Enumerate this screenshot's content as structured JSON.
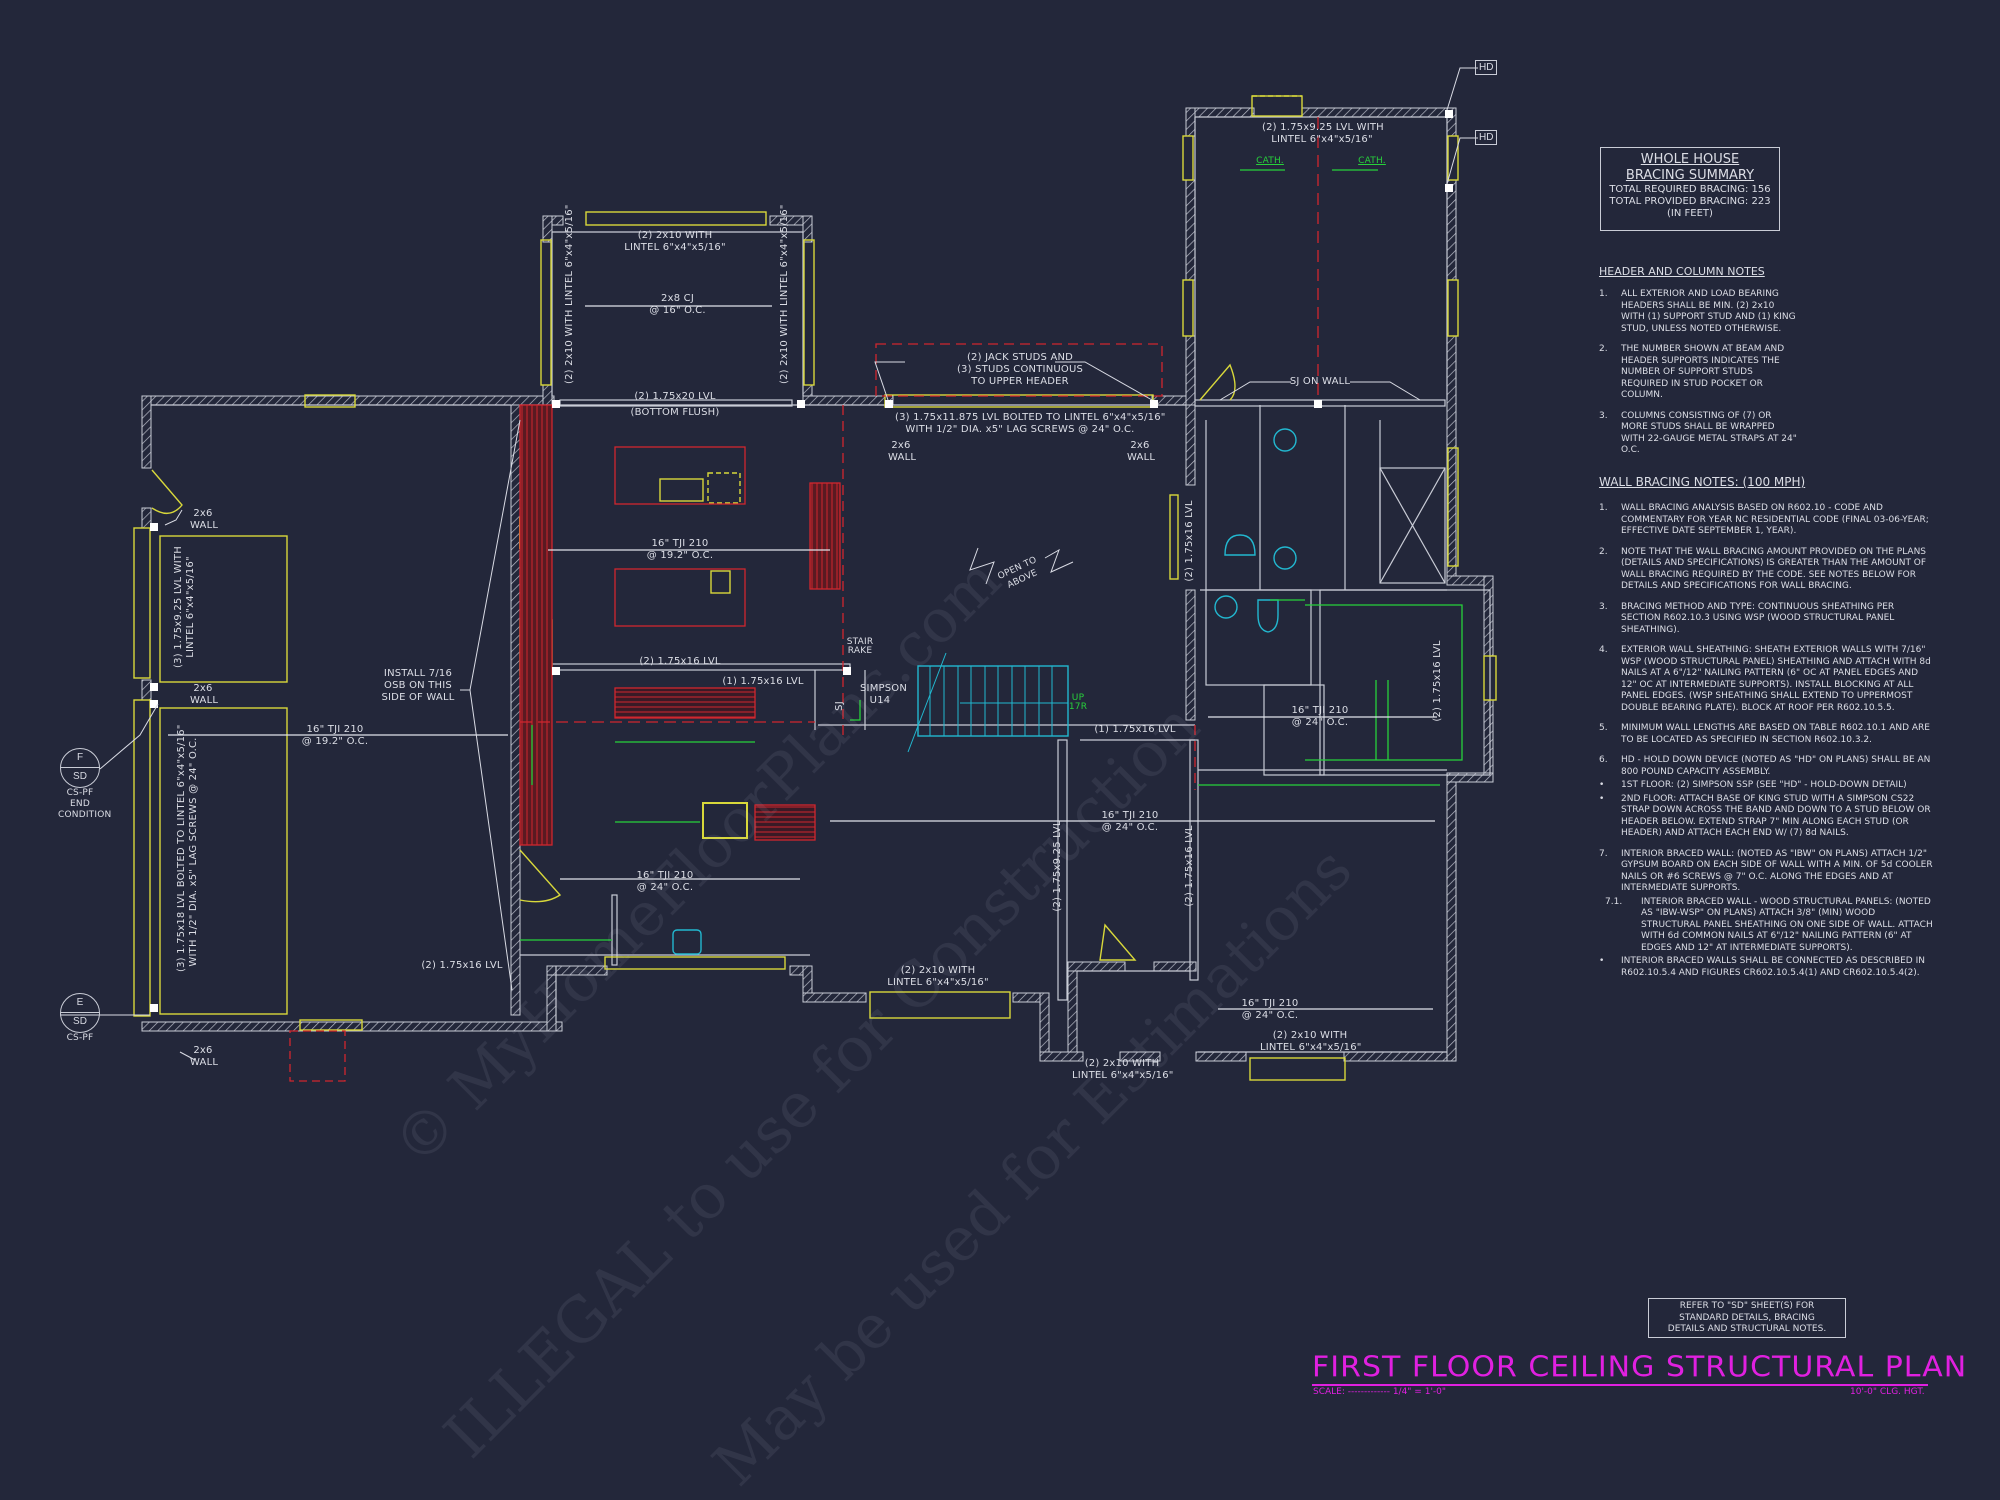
{
  "sheet": {
    "title": "FIRST FLOOR CEILING STRUCTURAL PLAN",
    "scale_label": "SCALE: ------------- 1/4\" = 1'-0\"",
    "ceiling_height": "10'-0\" CLG. HGT.",
    "colors": {
      "background": "#23273a",
      "walls": "#c9ccd6",
      "windows_doors": "#d8d83a",
      "cabinets_dashed": "#d0262e",
      "fixtures": "#22b8d0",
      "annotations_green": "#27d13a",
      "title": "#e020e0"
    }
  },
  "bracing_summary": {
    "heading_line1": "WHOLE HOUSE",
    "heading_line2": "BRACING SUMMARY",
    "required": "TOTAL REQUIRED BRACING: 156",
    "provided": "TOTAL PROVIDED BRACING: 223",
    "units": "(IN FEET)"
  },
  "header_column_notes": {
    "heading": "HEADER AND COLUMN NOTES",
    "items": [
      {
        "n": "1.",
        "text": "ALL EXTERIOR AND LOAD BEARING HEADERS SHALL BE MIN. (2) 2x10 WITH (1) SUPPORT STUD AND (1) KING STUD, UNLESS NOTED OTHERWISE."
      },
      {
        "n": "2.",
        "text": "THE NUMBER SHOWN AT BEAM AND HEADER SUPPORTS INDICATES THE NUMBER OF SUPPORT STUDS REQUIRED IN STUD POCKET OR COLUMN."
      },
      {
        "n": "3.",
        "text": "COLUMNS CONSISTING OF (7) OR MORE STUDS SHALL BE WRAPPED WITH 22-GAUGE METAL STRAPS AT 24\" O.C."
      }
    ]
  },
  "wall_bracing_notes": {
    "heading": "WALL BRACING NOTES: (100 MPH)",
    "items": [
      {
        "n": "1.",
        "text": "WALL BRACING ANALYSIS BASED ON R602.10 - CODE AND COMMENTARY FOR YEAR NC RESIDENTIAL CODE (FINAL 03-06-YEAR; EFFECTIVE DATE SEPTEMBER 1, YEAR)."
      },
      {
        "n": "2.",
        "text": "NOTE THAT THE WALL BRACING AMOUNT PROVIDED ON THE PLANS (DETAILS AND SPECIFICATIONS) IS GREATER THAN THE AMOUNT OF WALL BRACING REQUIRED BY THE CODE. SEE NOTES BELOW FOR DETAILS AND SPECIFICATIONS FOR WALL BRACING."
      },
      {
        "n": "3.",
        "text": "BRACING METHOD AND TYPE: CONTINUOUS SHEATHING PER SECTION R602.10.3 USING WSP (WOOD STRUCTURAL PANEL SHEATHING)."
      },
      {
        "n": "4.",
        "text": "EXTERIOR WALL SHEATHING: SHEATH EXTERIOR WALLS WITH 7/16\" WSP (WOOD STRUCTURAL PANEL) SHEATHING AND ATTACH WITH 8d NAILS AT A 6\"/12\" NAILING PATTERN (6\" OC AT PANEL EDGES AND 12\" OC AT INTERMEDIATE SUPPORTS). INSTALL BLOCKING AT ALL PANEL EDGES. (WSP SHEATHING SHALL EXTEND TO UPPERMOST DOUBLE BEARING PLATE). BLOCK AT ROOF PER R602.10.5.5."
      },
      {
        "n": "5.",
        "text": "MINIMUM WALL LENGTHS ARE BASED ON TABLE R602.10.1 AND ARE TO BE LOCATED AS SPECIFIED IN SECTION R602.10.3.2."
      },
      {
        "n": "6.",
        "text": "HD - HOLD DOWN DEVICE (NOTED AS \"HD\" ON PLANS) SHALL BE AN 800 POUND CAPACITY ASSEMBLY.",
        "tight": true
      },
      {
        "n": "•",
        "text": "1ST FLOOR: (2) SIMPSON SSP (SEE \"HD\" - HOLD-DOWN DETAIL)",
        "tight": true
      },
      {
        "n": "•",
        "text": "2ND FLOOR: ATTACH BASE OF KING STUD WITH A SIMPSON CS22 STRAP DOWN ACROSS THE BAND AND DOWN TO A STUD BELOW OR HEADER BELOW. EXTEND STRAP 7\" MIN ALONG EACH STUD (OR HEADER) AND ATTACH EACH END W/ (7) 8d NAILS."
      },
      {
        "n": "7.",
        "text": "INTERIOR BRACED WALL: (NOTED AS \"IBW\" ON PLANS) ATTACH 1/2\" GYPSUM BOARD ON EACH SIDE OF WALL WITH A MIN. OF 5d COOLER NAILS OR #6 SCREWS @ 7\" O.C. ALONG THE EDGES AND AT INTERMEDIATE SUPPORTS.",
        "tight": true
      },
      {
        "n": "7.1.",
        "text": "INTERIOR BRACED WALL - WOOD STRUCTURAL PANELS: (NOTED AS \"IBW-WSP\" ON PLANS) ATTACH 3/8\" (MIN) WOOD STRUCTURAL PANEL SHEATHING ON ONE SIDE OF WALL. ATTACH WITH 6d COMMON NAILS AT 6\"/12\" NAILING PATTERN (6\" AT EDGES AND 12\" AT INTERMEDIATE SUPPORTS).",
        "sub": true,
        "tight": true
      },
      {
        "n": "•",
        "text": "INTERIOR BRACED WALLS SHALL BE CONNECTED AS DESCRIBED IN R602.10.5.4 AND FIGURES CR602.10.5.4(1) AND CR602.10.5.4(2)."
      }
    ]
  },
  "refer_box": {
    "line1": "REFER TO \"SD\" SHEET(S) FOR",
    "line2": "STANDARD DETAILS, BRACING",
    "line3": "DETAILS AND STRUCTURAL NOTES."
  },
  "callouts": {
    "f": {
      "letter": "F",
      "sheet": "SD",
      "line1": "CS-PF",
      "line2": "END",
      "line3": "CONDITION"
    },
    "e": {
      "letter": "E",
      "sheet": "SD",
      "line1": "CS-PF"
    }
  },
  "hold_downs": [
    "HD",
    "HD"
  ],
  "labels": {
    "bonus_header": "(2) 2x10 WITH",
    "bonus_lintel": "LINTEL 6\"x4\"x5/16\"",
    "bonus_left_v": "(2) 2x10 WITH LINTEL 6\"x4\"x5/16\"",
    "bonus_right_v": "(2) 2x10 WITH LINTEL 6\"x4\"x5/16\"",
    "cj_1": "2x8 CJ",
    "cj_2": "@ 16\" O.C.",
    "lvl_20_1": "(2) 1.75x20 LVL",
    "lvl_20_2": "(BOTTOM FLUSH)",
    "jack_1": "(2) JACK STUDS AND",
    "jack_2": "(3) STUDS CONTINUOUS",
    "jack_3": "TO UPPER HEADER",
    "lvl_11_1": "(3) 1.75x11.875 LVL BOLTED TO LINTEL 6\"x4\"x5/16\"",
    "lvl_11_2": "WITH 1/2\" DIA. x5\" LAG SCREWS @ 24\" O.C.",
    "wall_2x6": "2x6",
    "wall_word": "WALL",
    "open_1": "OPEN TO",
    "open_2": "ABOVE",
    "garage_v1": "(3) 1.75x9.25 LVL WITH",
    "garage_v2": "LINTEL 6\"x4\"x5/16\"",
    "garage_v3": "(3) 1.75x18 LVL BOLTED TO LINTEL 6\"x4\"x5/16\"",
    "garage_v4": "WITH 1/2\" DIA. x5\" LAG SCREWS @ 24\" O.C.",
    "osb_1": "INSTALL 7/16",
    "osb_2": "OSB ON THIS",
    "osb_3": "SIDE OF WALL",
    "tji_garage_1": "16\" TJI 210",
    "tji_garage_2": "@ 19.2\" O.C.",
    "tji_kitchen_1": "16\" TJI 210",
    "tji_kitchen_2": "@ 19.2\" O.C.",
    "lvl_16_kitchen": "(2) 1.75x16 LVL",
    "lvl_16_single": "(1) 1.75x16 LVL",
    "stair_rake_1": "STAIR",
    "stair_rake_2": "RAKE",
    "simpson_1": "SIMPSON",
    "simpson_2": "U14",
    "sj": "SJ",
    "up_1": "UP",
    "up_2": "17R",
    "lvl_16_right": "(1) 1.75x16 LVL",
    "tji_mud_1": "16\" TJI 210",
    "tji_mud_2": "@ 24\" O.C.",
    "tji_fam_1": "16\" TJI 210",
    "tji_fam_2": "@ 24\" O.C.",
    "lvl_925_v": "(2) 1.75x9.25 LVL",
    "lvl_16_v_mid": "(2) 1.75x16 LVL",
    "lvl_16_v_bath": "(2) 1.75x16 LVL",
    "lvl_16_v_right": "(2) 1.75x16 LVL",
    "lvl_16_garage_bot": "(2) 1.75x16 LVL",
    "tji_bed_1": "16\" TJI 210",
    "tji_bed_2": "@ 24\" O.C.",
    "tji_bath_1": "16\" TJI 210",
    "tji_bath_2": "@ 24\" O.C.",
    "master_hdr_1": "(2) 1.75x9.25 LVL WITH",
    "master_hdr_2": "LINTEL 6\"x4\"x5/16\"",
    "cath": "CATH.",
    "sj_on_wall": "SJ ON WALL",
    "fam_hdr_1": "(2) 2x10 WITH",
    "fam_hdr_2": "LINTEL 6\"x4\"x5/16\"",
    "foyer_hdr_1": "(2) 2x10 WITH",
    "foyer_hdr_2": "LINTEL 6\"x4\"x5/16\"",
    "bed_hdr_1": "(2) 2x10 WITH",
    "bed_hdr_2": "LINTEL 6\"x4\"x5/16\""
  },
  "watermark": {
    "line1": "© MyHomeFloorPlans.com",
    "line2": "ILLEGAL to use for Construction",
    "line3": "May be used for Estimations"
  }
}
